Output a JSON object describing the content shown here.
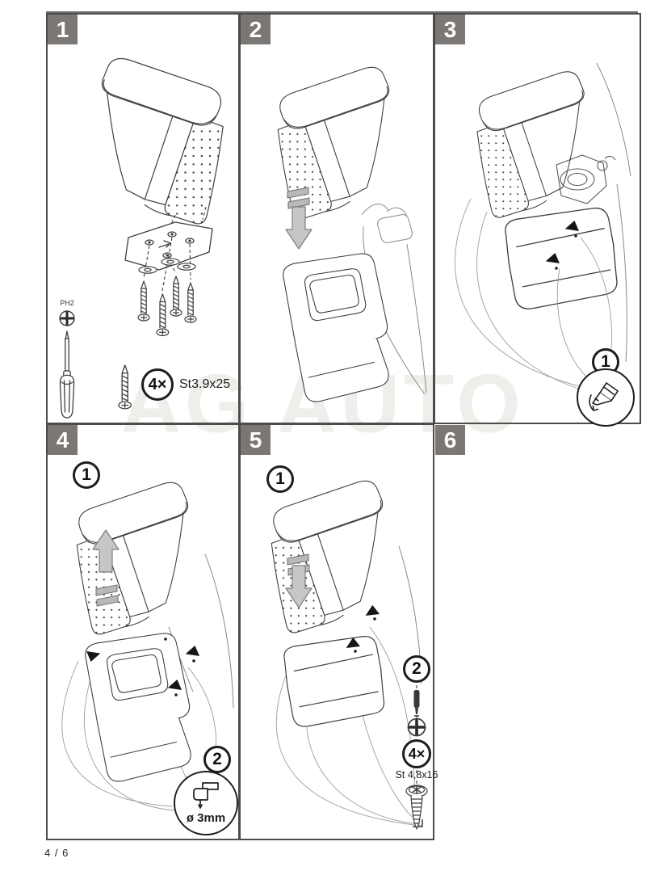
{
  "page": {
    "watermark": "AG AUTO",
    "page_indicator": "4 / 6",
    "colors": {
      "badge_bg": "#7a7774",
      "line": "#3f3f3f",
      "arrow_gray": "#c6c6c6",
      "watermark": "#efeeea"
    }
  },
  "panels": [
    {
      "number": "1",
      "bit_label": "PH2",
      "quantity_label": "4×",
      "screw_spec": "St3.9x25",
      "icons": [
        "phillips-bit-icon",
        "screwdriver-icon",
        "screw-icon",
        "mounting-bracket",
        "washers"
      ]
    },
    {
      "number": "2",
      "icons": [
        "gray-arrow-down-icon",
        "armrest",
        "console-base"
      ]
    },
    {
      "number": "3",
      "step_callout": "1",
      "icons": [
        "marker-pen-icon",
        "black-arrow-icons"
      ]
    },
    {
      "number": "4",
      "step_callout": "1",
      "action_callout": "2",
      "drill_spec": "ø 3mm",
      "icons": [
        "gray-arrow-up-icon",
        "drill-icon",
        "black-arrow-icons"
      ]
    },
    {
      "number": "5",
      "step_callout": "1",
      "action_callout": "2",
      "quantity_label": "4×",
      "screw_spec": "St 4,8x16",
      "icons": [
        "gray-arrow-down-icon",
        "bit-icon",
        "phillips-head-icon",
        "screw-icon"
      ]
    },
    {
      "number": "6",
      "icons": []
    }
  ]
}
